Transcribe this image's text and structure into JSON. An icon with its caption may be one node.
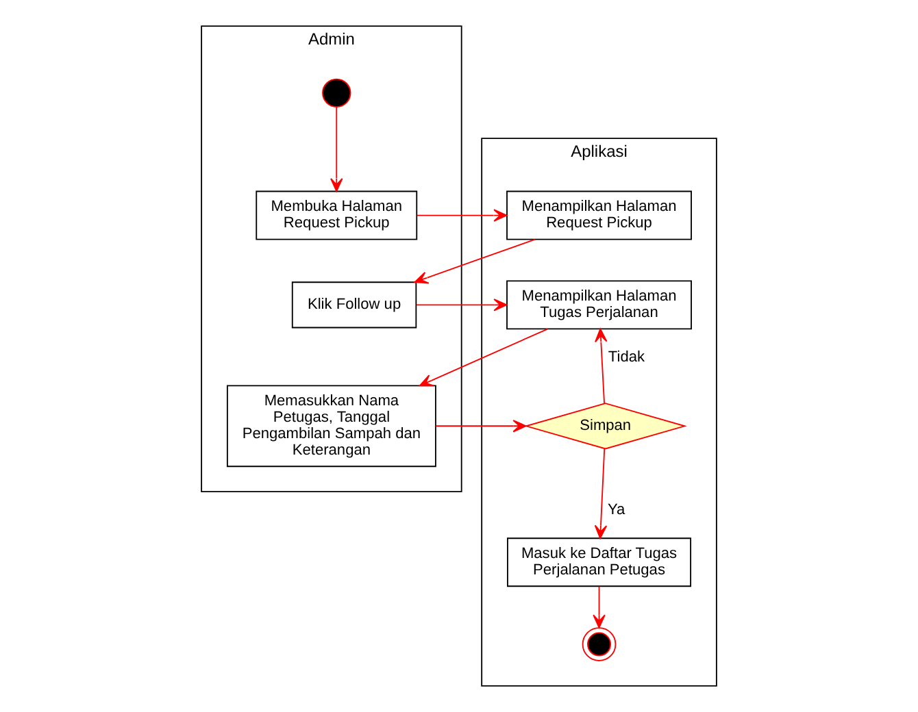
{
  "diagram": {
    "nodes": [
      {
        "text": [
          "Admin"
        ]
      },
      {
        "text": [
          "Aplikasi"
        ]
      },
      {
        "text": [],
        "shape": "circle",
        "in": 0
      },
      {
        "text": [
          "Membuka Halaman Request Pickup"
        ],
        "in": 0
      },
      {
        "text": [
          "Menampilkan Halaman Request Pickup"
        ],
        "in": 1
      },
      {
        "text": [
          "Klik Follow up"
        ],
        "in": 0
      },
      {
        "text": [
          "Menampilkan Halaman Tugas Perjalanan"
        ],
        "in": 1
      },
      {
        "text": [
          "Memasukkan Nama Petugas, Tanggal Pengambilan Sampah dan Keterangan"
        ],
        "in": 0
      },
      {
        "text": [
          "Simpan"
        ],
        "in": 1
      },
      {
        "text": [
          "Masuk ke Daftar Tugas Perjalanan Petugas"
        ],
        "in": 1
      },
      {
        "text": [],
        "shape": "circle",
        "in": 1
      }
    ],
    "edges": [
      {
        "from": 2,
        "to": 3,
        "arrow": "to"
      },
      {
        "from": 3,
        "to": 4,
        "arrow": "to"
      },
      {
        "from": 4,
        "to": 5,
        "arrow": "to"
      },
      {
        "from": 5,
        "to": 6,
        "arrow": "to"
      },
      {
        "from": 6,
        "to": 7,
        "arrow": "to"
      },
      {
        "from": 7,
        "to": 8,
        "arrow": "to"
      },
      {
        "from": 8,
        "to": 6,
        "arrow": "to",
        "label": "Tidak"
      },
      {
        "from": 8,
        "to": 9,
        "arrow": "to",
        "label": "Ya"
      },
      {
        "from": 9,
        "to": 10,
        "arrow": "to"
      }
    ]
  }
}
